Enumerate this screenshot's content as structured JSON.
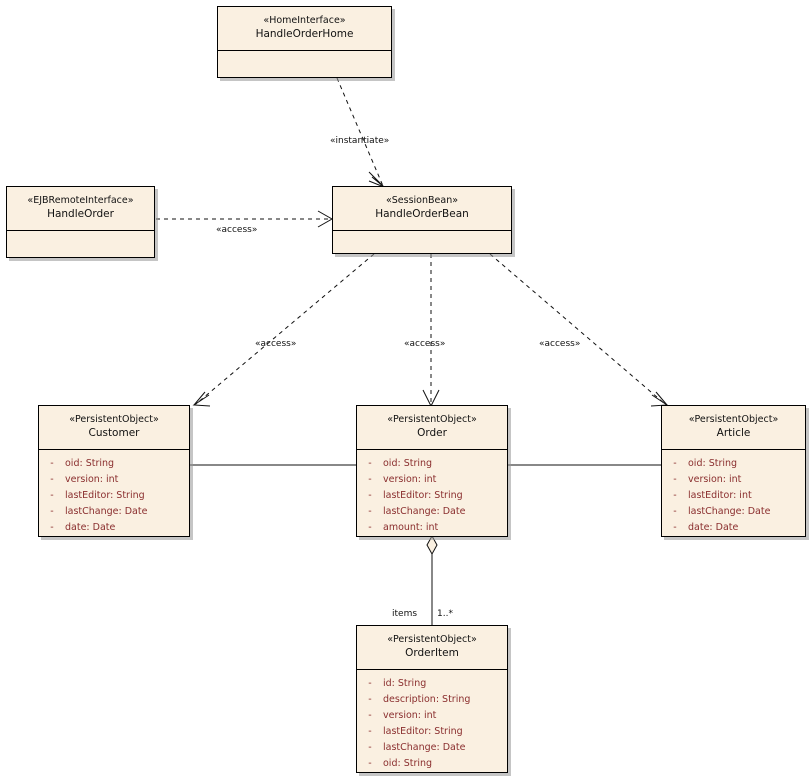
{
  "diagram": {
    "kind": "uml-class-diagram",
    "background_color": "#ffffff",
    "class_fill_color": "#faf0e1",
    "class_border_color": "#000000",
    "attribute_text_color": "#8a2e2e",
    "title_text_color": "#111111"
  },
  "classes": [
    {
      "id": "handle-order-home",
      "stereotype": "«HomeInterface»",
      "name": "HandleOrderHome",
      "attributes": []
    },
    {
      "id": "handle-order",
      "stereotype": "«EJBRemoteInterface»",
      "name": "HandleOrder",
      "attributes": []
    },
    {
      "id": "handle-order-bean",
      "stereotype": "«SessionBean»",
      "name": "HandleOrderBean",
      "attributes": []
    },
    {
      "id": "customer",
      "stereotype": "«PersistentObject»",
      "name": "Customer",
      "attributes": [
        {
          "visibility": "-",
          "text": "oid:  String"
        },
        {
          "visibility": "-",
          "text": "version:  int"
        },
        {
          "visibility": "-",
          "text": "lastEditor:  String"
        },
        {
          "visibility": "-",
          "text": "lastChange:  Date"
        },
        {
          "visibility": "-",
          "text": "date:  Date"
        }
      ]
    },
    {
      "id": "order",
      "stereotype": "«PersistentObject»",
      "name": "Order",
      "attributes": [
        {
          "visibility": "-",
          "text": "oid:  String"
        },
        {
          "visibility": "-",
          "text": "version:  int"
        },
        {
          "visibility": "-",
          "text": "lastEditor:  String"
        },
        {
          "visibility": "-",
          "text": "lastChange:  Date"
        },
        {
          "visibility": "-",
          "text": "amount:  int"
        }
      ]
    },
    {
      "id": "article",
      "stereotype": "«PersistentObject»",
      "name": "Article",
      "attributes": [
        {
          "visibility": "-",
          "text": "oid:  String"
        },
        {
          "visibility": "-",
          "text": "version:  int"
        },
        {
          "visibility": "-",
          "text": "lastEditor:  int"
        },
        {
          "visibility": "-",
          "text": "lastChange:  Date"
        },
        {
          "visibility": "-",
          "text": "date:  Date"
        }
      ]
    },
    {
      "id": "order-item",
      "stereotype": "«PersistentObject»",
      "name": "OrderItem",
      "attributes": [
        {
          "visibility": "-",
          "text": "id:  String"
        },
        {
          "visibility": "-",
          "text": "description:  String"
        },
        {
          "visibility": "-",
          "text": "version:  int"
        },
        {
          "visibility": "-",
          "text": "lastEditor:  String"
        },
        {
          "visibility": "-",
          "text": "lastChange:  Date"
        },
        {
          "visibility": "-",
          "text": "oid:  String"
        }
      ]
    }
  ],
  "relationships": [
    {
      "id": "instantiate",
      "from": "handle-order-home",
      "to": "handle-order-bean",
      "type": "dependency",
      "label": "«instantiate»"
    },
    {
      "id": "access-remote",
      "from": "handle-order",
      "to": "handle-order-bean",
      "type": "dependency",
      "label": "«access»"
    },
    {
      "id": "access-customer",
      "from": "handle-order-bean",
      "to": "customer",
      "type": "dependency",
      "label": "«access»"
    },
    {
      "id": "access-order",
      "from": "handle-order-bean",
      "to": "order",
      "type": "dependency",
      "label": "«access»"
    },
    {
      "id": "access-article",
      "from": "handle-order-bean",
      "to": "article",
      "type": "dependency",
      "label": "«access»"
    },
    {
      "id": "customer-order",
      "from": "customer",
      "to": "order",
      "type": "association",
      "label": ""
    },
    {
      "id": "order-article",
      "from": "order",
      "to": "article",
      "type": "association",
      "label": ""
    },
    {
      "id": "order-orderitem",
      "from": "order",
      "to": "order-item",
      "type": "aggregation",
      "role": "items",
      "multiplicity": "1..*"
    }
  ]
}
